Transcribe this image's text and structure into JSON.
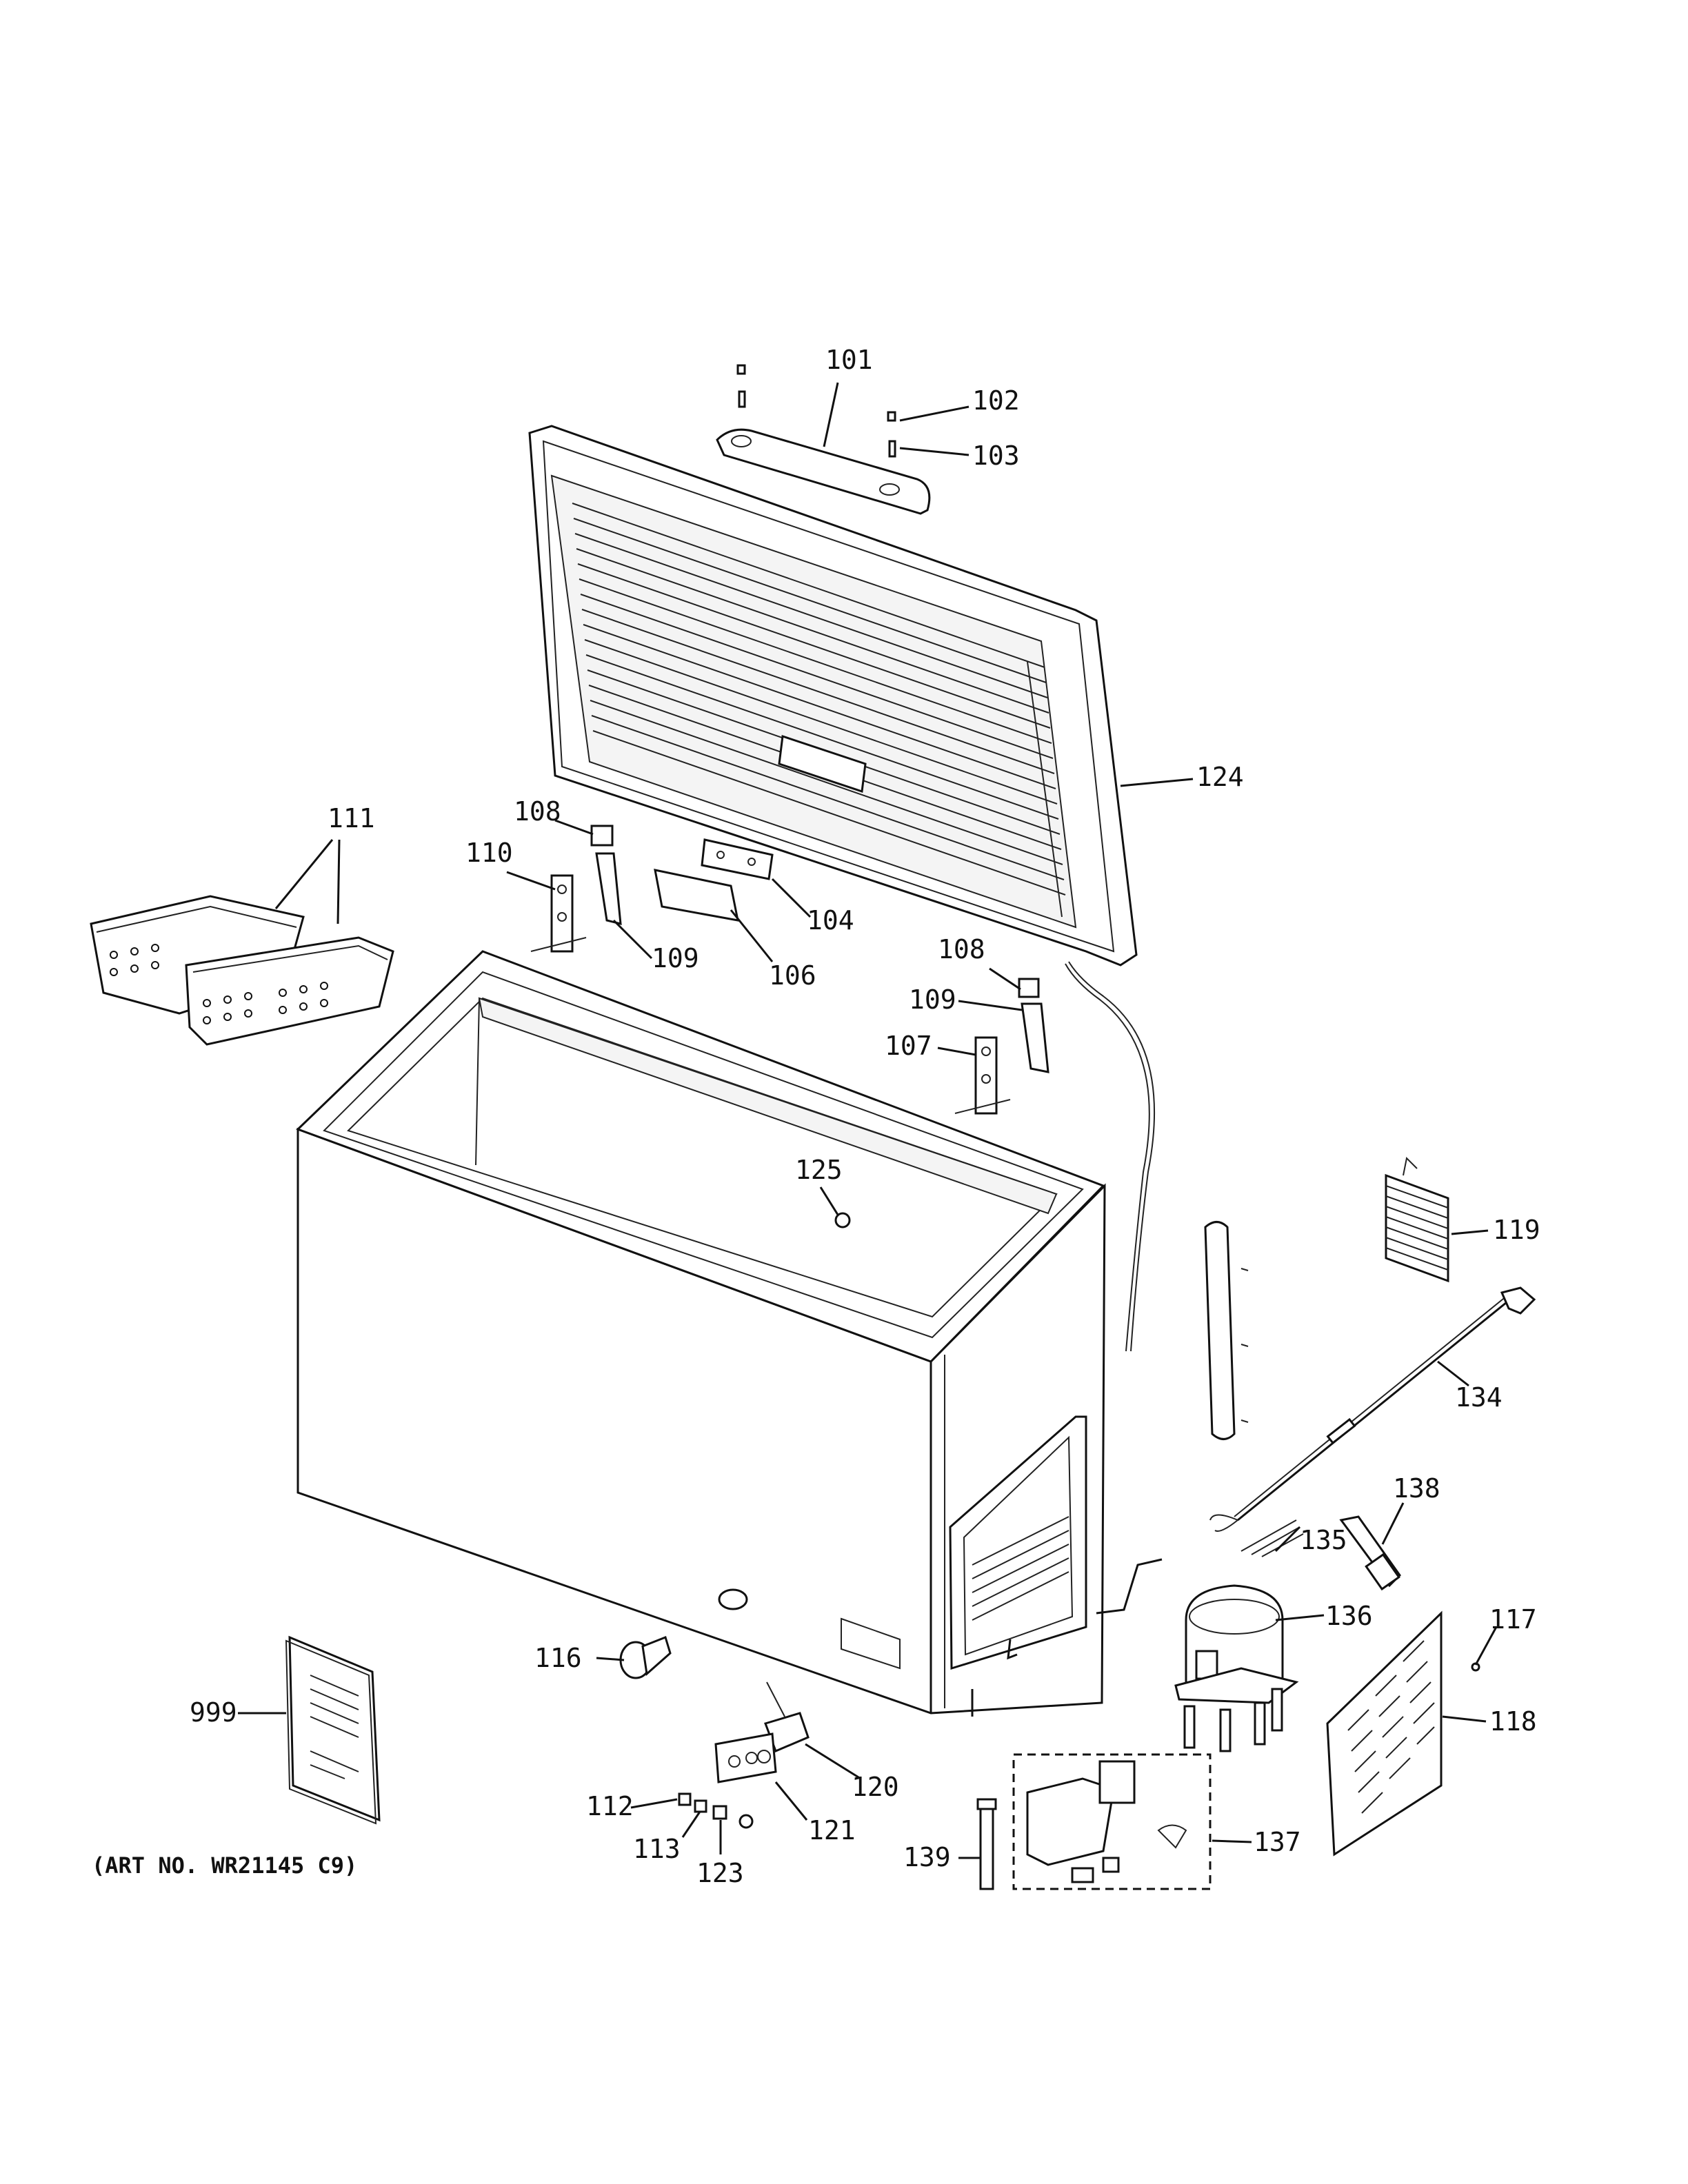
{
  "art_number": "(ART NO. WR21145 C9)",
  "callouts": {
    "c101": "101",
    "c102": "102",
    "c103": "103",
    "c104": "104",
    "c106": "106",
    "c107": "107",
    "c108a": "108",
    "c108b": "108",
    "c109a": "109",
    "c109b": "109",
    "c110": "110",
    "c111": "111",
    "c112": "112",
    "c113": "113",
    "c116": "116",
    "c117": "117",
    "c118": "118",
    "c119": "119",
    "c120": "120",
    "c121": "121",
    "c123": "123",
    "c124": "124",
    "c125": "125",
    "c134": "134",
    "c135": "135",
    "c136": "136",
    "c137": "137",
    "c138": "138",
    "c139": "139",
    "c999": "999"
  }
}
